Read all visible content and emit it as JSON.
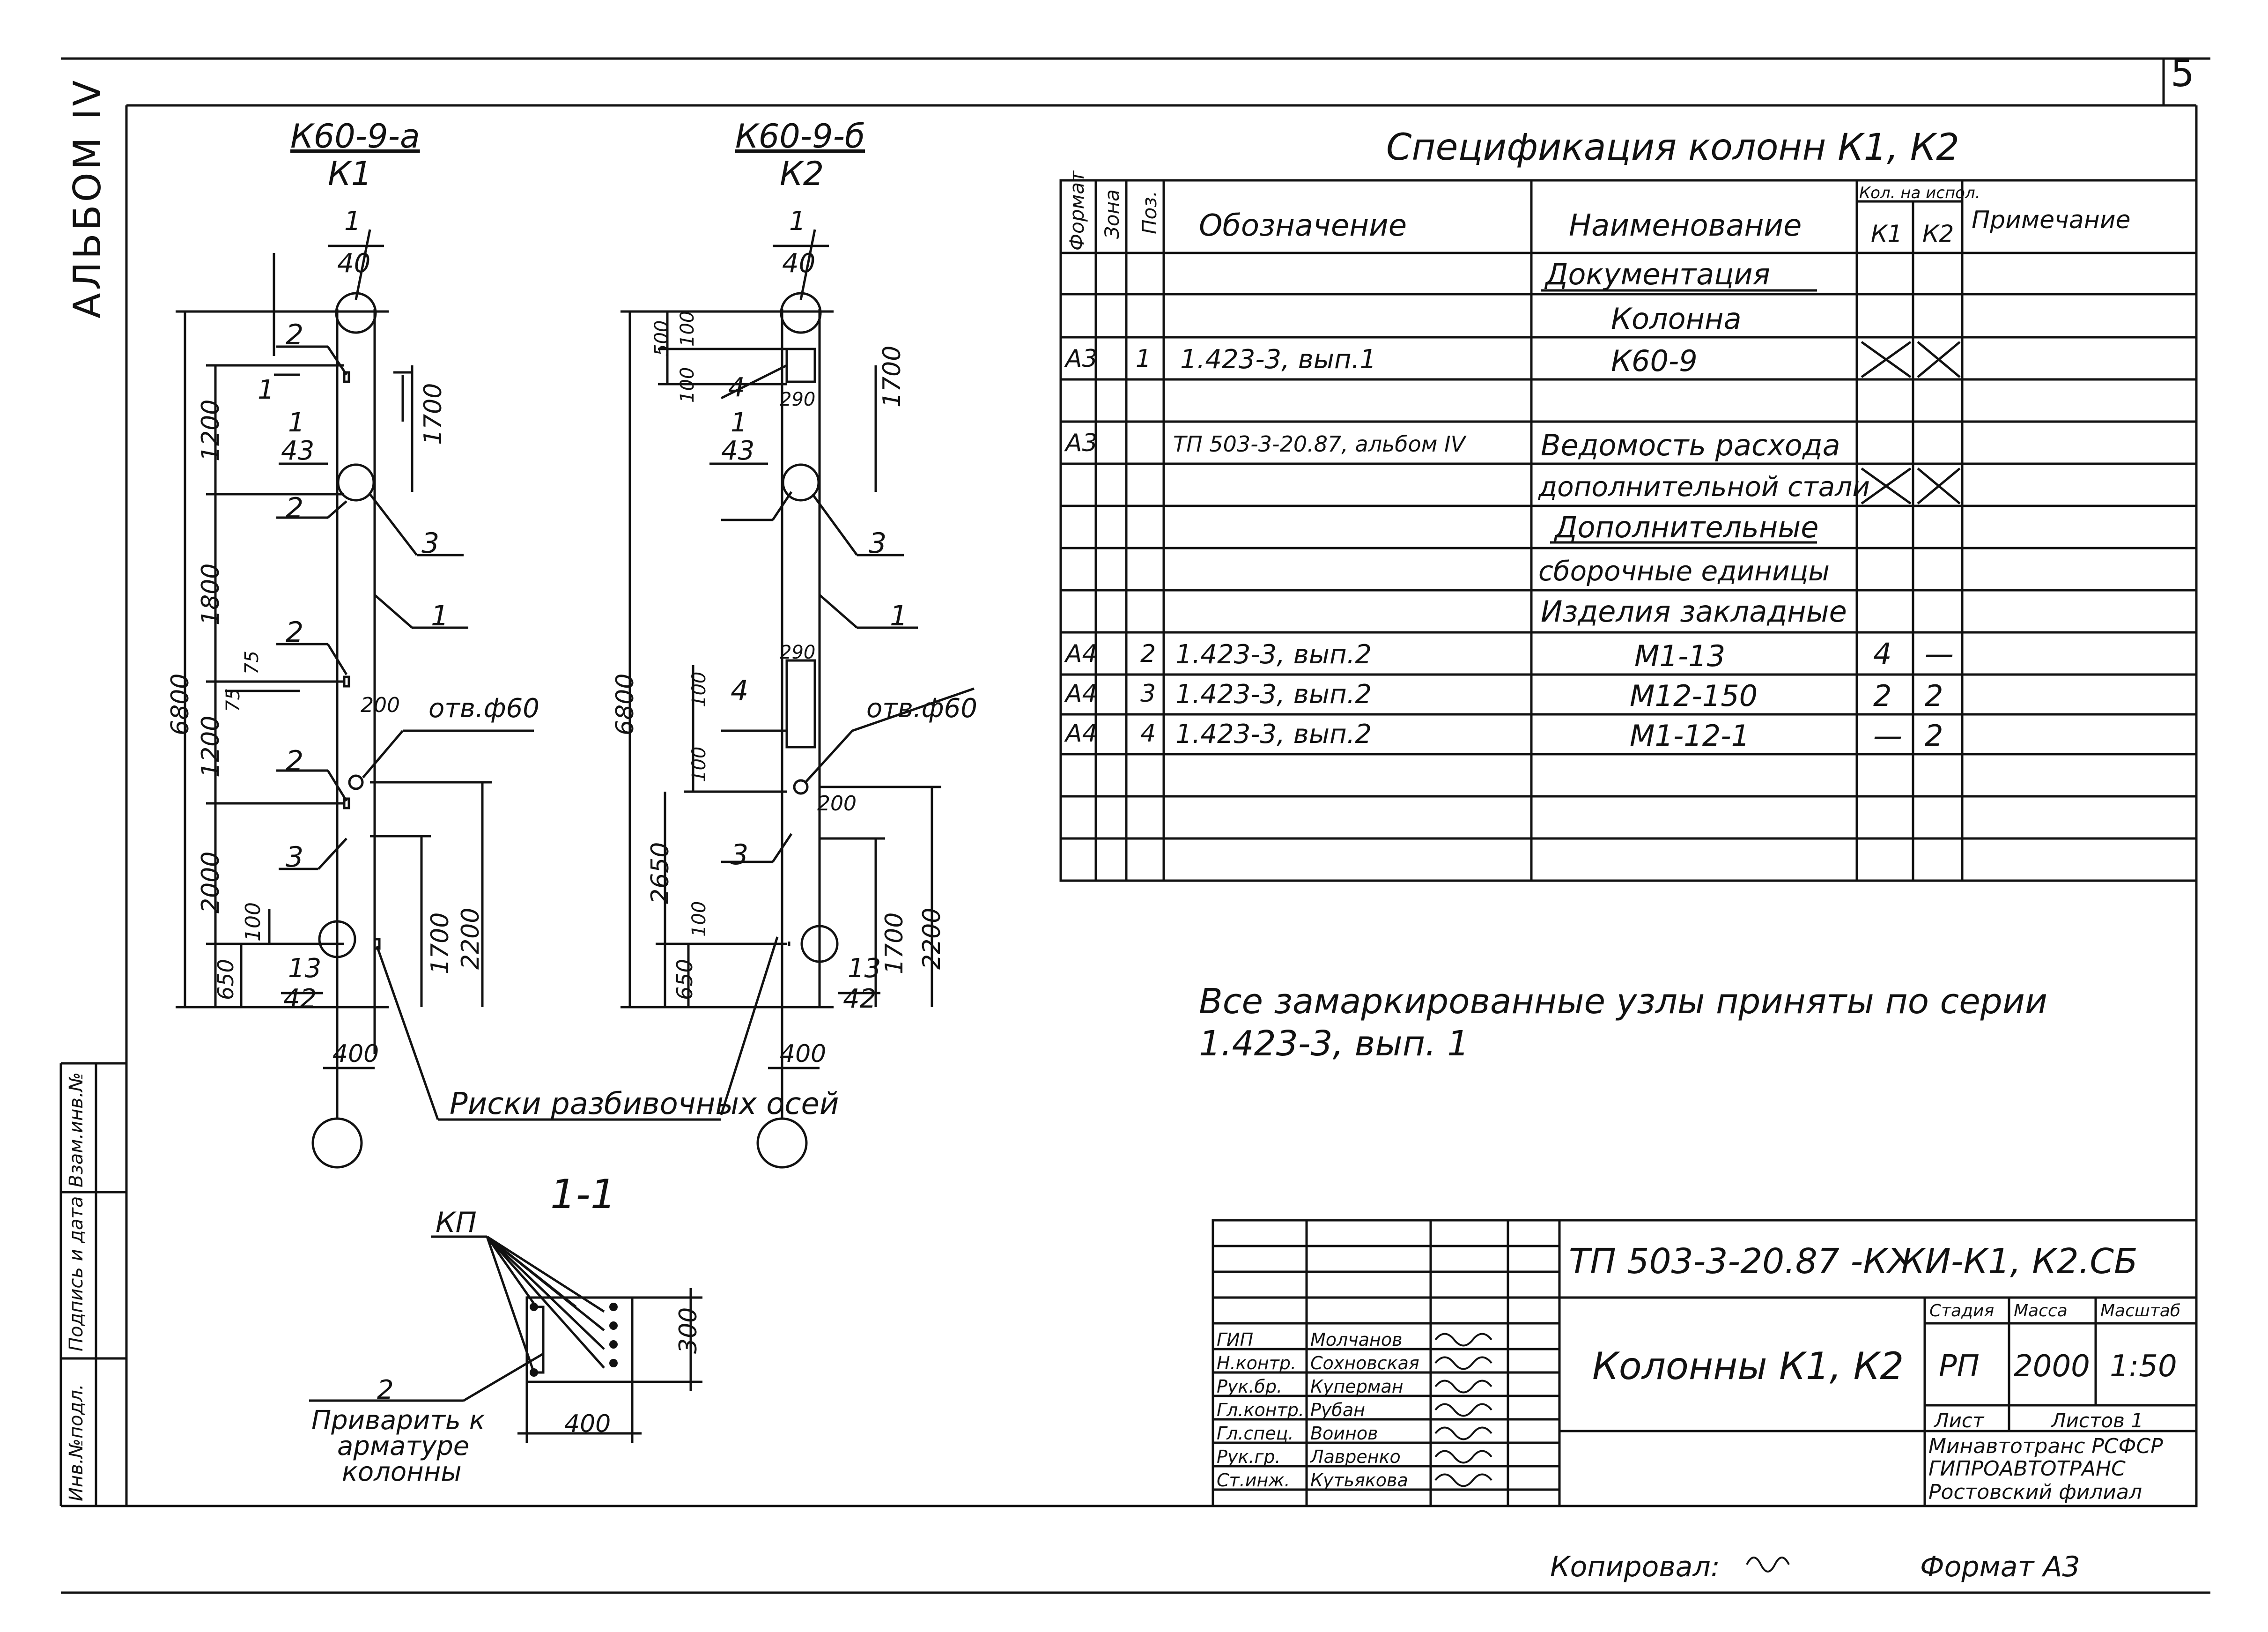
{
  "sheet_number": "5",
  "album": "АЛЬБОМ IV",
  "side_stamp": {
    "inv": "Инв.№подл.",
    "sign": "Подпись и дата",
    "replace": "Взам.инв.№"
  },
  "column_k1": {
    "mark": "К60-9-а",
    "name": "К1",
    "node_top": {
      "num": "1",
      "sheet": "40"
    },
    "node_mid": {
      "num": "1",
      "sheet": "43"
    },
    "node_bot": {
      "num": "13",
      "sheet": "42"
    },
    "section_mark": "1",
    "dims": {
      "total": "6800",
      "d1200a": "1200",
      "d1800": "1800",
      "d1200b": "1200",
      "d2000": "2000",
      "d650": "650",
      "d100": "100",
      "d75a": "75",
      "d75b": "75",
      "d1700": "1700",
      "d1700b": "1700",
      "d2200": "2200",
      "d200": "200",
      "w400": "400"
    },
    "callouts": [
      "2",
      "2",
      "2",
      "2",
      "3",
      "1",
      "3"
    ],
    "hole": "отв.ф60"
  },
  "column_k2": {
    "mark": "К60-9-б",
    "name": "К2",
    "node_top": {
      "num": "1",
      "sheet": "40"
    },
    "node_mid": {
      "num": "1",
      "sheet": "43"
    },
    "node_bot": {
      "num": "13",
      "sheet": "42"
    },
    "dims": {
      "total": "6800",
      "d500": "500",
      "d100a": "100",
      "d100b": "100",
      "d290a": "290",
      "d290b": "290",
      "d1700": "1700",
      "d100c": "100",
      "d100d": "100",
      "d2650": "2650",
      "d650": "650",
      "d100e": "100",
      "d1700b": "1700",
      "d2200": "2200",
      "d200": "200",
      "w400": "400"
    },
    "callouts": [
      "4",
      "3",
      "1",
      "4",
      "3"
    ],
    "hole": "отв.ф60"
  },
  "axis_note": "Риски разбивочных осей",
  "section": {
    "title": "1-1",
    "kp": "КП",
    "callout": "2",
    "note_lines": [
      "Приварить к",
      "арматуре",
      "колонны"
    ],
    "h": "300",
    "w": "400"
  },
  "spec": {
    "title": "Спецификация колонн К1, К2",
    "headers": {
      "format": "Формат",
      "zone": "Зона",
      "pos": "Поз.",
      "designation": "Обозначение",
      "name": "Наименование",
      "qty": "Кол. на испол.",
      "k1": "К1",
      "k2": "К2",
      "note": "Примечание"
    },
    "rows": [
      {
        "format": "",
        "pos": "",
        "designation": "",
        "name": "Документация",
        "k1": "",
        "k2": ""
      },
      {
        "format": "",
        "pos": "",
        "designation": "",
        "name": "Колонна",
        "k1": "",
        "k2": ""
      },
      {
        "format": "А3",
        "pos": "1",
        "designation": "1.423-3, вып.1",
        "name": "К60-9",
        "k1": "X",
        "k2": "X"
      },
      {
        "format": "",
        "pos": "",
        "designation": "",
        "name": "",
        "k1": "",
        "k2": ""
      },
      {
        "format": "А3",
        "pos": "",
        "designation": "ТП 503-3-20.87, альбом IV",
        "name": "Ведомость расхода",
        "k1": "",
        "k2": ""
      },
      {
        "format": "",
        "pos": "",
        "designation": "",
        "name": "дополнительной стали",
        "k1": "X",
        "k2": "X"
      },
      {
        "format": "",
        "pos": "",
        "designation": "",
        "name": "Дополнительные",
        "k1": "",
        "k2": ""
      },
      {
        "format": "",
        "pos": "",
        "designation": "",
        "name": "сборочные единицы",
        "k1": "",
        "k2": ""
      },
      {
        "format": "",
        "pos": "",
        "designation": "",
        "name": "Изделия закладные",
        "k1": "",
        "k2": ""
      },
      {
        "format": "А4",
        "pos": "2",
        "designation": "1.423-3, вып.2",
        "name": "М1-13",
        "k1": "4",
        "k2": "—"
      },
      {
        "format": "А4",
        "pos": "3",
        "designation": "1.423-3, вып.2",
        "name": "М12-150",
        "k1": "2",
        "k2": "2"
      },
      {
        "format": "А4",
        "pos": "4",
        "designation": "1.423-3, вып.2",
        "name": "М1-12-1",
        "k1": "—",
        "k2": "2"
      },
      {
        "format": "",
        "pos": "",
        "designation": "",
        "name": "",
        "k1": "",
        "k2": ""
      },
      {
        "format": "",
        "pos": "",
        "designation": "",
        "name": "",
        "k1": "",
        "k2": ""
      }
    ]
  },
  "note": [
    "Все замаркированные узлы приняты по серии",
    "1.423-3, вып. 1"
  ],
  "title_block": {
    "code": "ТП 503-3-20.87 -КЖИ-К1, К2.СБ",
    "title": "Колонны К1, К2",
    "stage_label": "Стадия",
    "mass_label": "Масса",
    "scale_label": "Масштаб",
    "stage": "РП",
    "mass": "2000",
    "scale": "1:50",
    "sheet_label": "Лист",
    "sheets_label": "Листов 1",
    "org": [
      "Минавтотранс РСФСР",
      "ГИПРОАВТОТРАНС",
      "Ростовский филиал"
    ],
    "people": [
      {
        "role": "ГИП",
        "name": "Молчанов"
      },
      {
        "role": "Н.контр.",
        "name": "Сохновская"
      },
      {
        "role": "Рук.бр.",
        "name": "Куперман"
      },
      {
        "role": "Гл.контр.",
        "name": "Рубан"
      },
      {
        "role": "Гл.спец.",
        "name": "Воинов"
      },
      {
        "role": "Рук.гр.",
        "name": "Лавренко"
      },
      {
        "role": "Ст.инж.",
        "name": "Кутьякова"
      }
    ]
  },
  "footer": {
    "copied": "Копировал:",
    "format": "Формат А3"
  }
}
